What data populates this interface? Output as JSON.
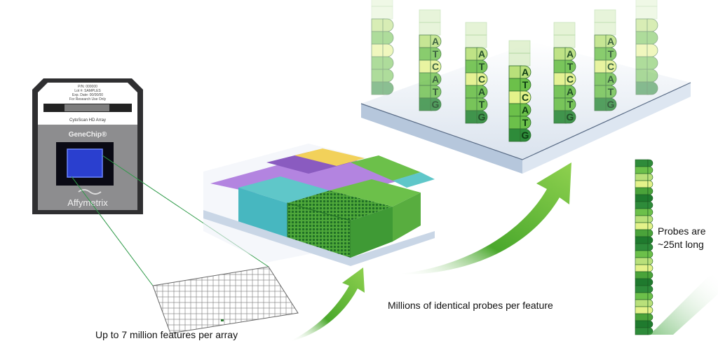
{
  "chip": {
    "part_number": "P/N: 000000",
    "lot": "Lot #: SAMPLES",
    "exp_date": "Exp. Date: 00/00/00",
    "research": "For Research Use Only",
    "array_name": "CytoScan HD Array",
    "brand": "GeneChip®",
    "maker": "Affymetrix"
  },
  "labels": {
    "features": "Up to 7 million features per array",
    "probes": "Millions of identical probes per feature",
    "probe_length_1": "Probes are",
    "probe_length_2": "~25nt long"
  },
  "probe_sequence": [
    "A",
    "T",
    "C",
    "A",
    "T",
    "G"
  ],
  "colors": {
    "green_dark": "#2e8b3a",
    "green": "#6cc04a",
    "green_light": "#b9e07a",
    "yellow_green": "#e4f28a",
    "purple": "#8a5bc0",
    "teal": "#5fc7c9",
    "chip_blue": "#2a3fcf"
  }
}
